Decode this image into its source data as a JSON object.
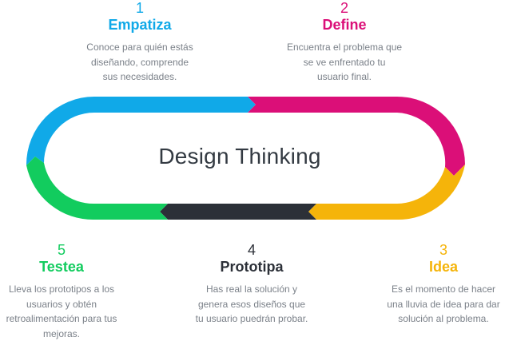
{
  "center_title": "Design Thinking",
  "colors": {
    "empatiza": "#10a9e8",
    "define": "#db0f78",
    "idea": "#f5b40a",
    "prototipa": "#2c3038",
    "testea": "#12cc5e"
  },
  "steps": {
    "empatiza": {
      "number": "1",
      "title": "Empatiza",
      "desc": [
        "Conoce para quién estás",
        "diseñando, comprende",
        "sus necesidades."
      ]
    },
    "define": {
      "number": "2",
      "title": "Define",
      "desc": [
        "Encuentra el problema que",
        "se ve enfrentado tu",
        "usuario final."
      ]
    },
    "idea": {
      "number": "3",
      "title": "Idea",
      "desc": [
        "Es el momento de hacer",
        "una lluvia de idea para dar",
        "solución al problema."
      ]
    },
    "prototipa": {
      "number": "4",
      "title": "Prototipa",
      "desc": [
        "Has real la solución y",
        "genera esos diseños que",
        "tu usuario puedrán probar."
      ]
    },
    "testea": {
      "number": "5",
      "title": "Testea",
      "desc": [
        "Lleva los prototipos a los",
        "usuarios y obtén",
        "retroalimentación para tus",
        "mejoras."
      ]
    }
  }
}
